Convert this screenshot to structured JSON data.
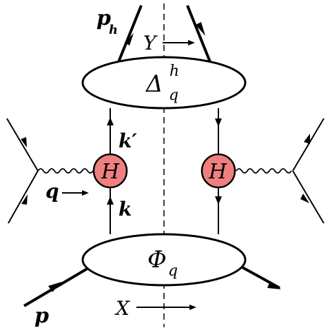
{
  "labels": {
    "p_h": "p",
    "p_h_sub": "h",
    "Y": "Y",
    "delta": "Δ",
    "delta_sup": "h",
    "delta_sub": "q",
    "k_prime": "k′",
    "k": "k",
    "q": "q",
    "H_left": "H",
    "H_right": "H",
    "phi": "Φ",
    "phi_sub": "q",
    "p": "p",
    "X": "X"
  },
  "colors": {
    "line": "#000000",
    "blob_fill": "#ffffff",
    "vertex_fill": "#f08080"
  }
}
